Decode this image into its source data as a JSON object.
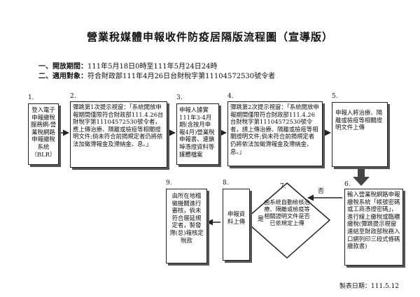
{
  "title": "營業稅媒體申報收件防疫居隔版流程圖（宣導版）",
  "meta": {
    "period_label": "一、開放期間：",
    "period_value": "111年5月18日0時至111年5月24日24時",
    "target_label": "二、適用對象：",
    "target_value": "符合財政部111年4月26日台財稅字第11104572530號令者"
  },
  "steps": [
    {
      "num": "1.",
      "text": "登入電子申報繳稅服務網-營業稅網路申報繳稅系統（BLR）"
    },
    {
      "num": "2.",
      "text": "彈跳第1次提示視窗：「系統開放申報期間僅限符合財政部111.4.26台財稅字第11104572530號令者，應上傳治療、隔離或檢疫等相關證明文件;倘未符合前揭規定者仍將依法加徵滯報金及滯納金、息。」"
    },
    {
      "num": "3.",
      "text": "申報人據實111年3-4月期(含按月申報4月)營業稅申報書、連鎖埠憑證資料等媒體檔案"
    },
    {
      "num": "4.",
      "text": "彈跳第2次提示視窗：「系統開放申報期間僅限符合財政部111.4.26台財稅字第11104572530號令者，請上傳治療、隔離或檢疫等相關證明文件;倘未符合前揭規定者仍將依法加徵滯報金及滯納金、息。」"
    },
    {
      "num": "5.",
      "text": "申報人將治療、隔離或檢疫等相關證明文件上傳"
    },
    {
      "num": "6.",
      "text": "輸入營業稅網路申報繳稅系統「帳號密碼或工商憑證密碼」，進行線上繳稅或臨櫃繳稅(彈跳提示視窗連結至財政部稅務入口網列印三段式條碼繳款書)"
    },
    {
      "num": "7.",
      "text": "由系統自動檢核治療、隔離或檢疫等相關證明文件是否已依規定上傳"
    },
    {
      "num": "8.",
      "text": "申報資料上傳"
    },
    {
      "num": "9.",
      "text": "由所在地稽徵機關進行審核，倘未符合展延規定者，製發滯(怠)報核定稅款"
    }
  ],
  "labels": {
    "yes": "是",
    "no": "否"
  },
  "footer": "製表日期：111.5.12"
}
